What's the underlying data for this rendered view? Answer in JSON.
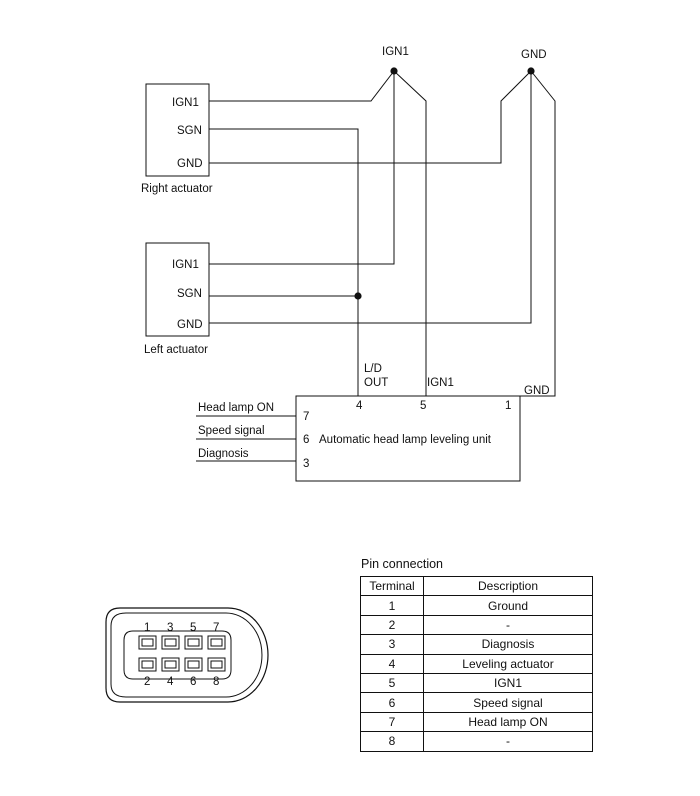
{
  "wiring": {
    "right_actuator": {
      "caption": "Right actuator",
      "pins": [
        "IGN1",
        "SGN",
        "GND"
      ]
    },
    "left_actuator": {
      "caption": "Left actuator",
      "pins": [
        "IGN1",
        "SGN",
        "GND"
      ]
    },
    "junction_ign1": "IGN1",
    "junction_gnd": "GND",
    "unit": {
      "title": "Automatic head lamp leveling unit",
      "top_labels": {
        "ld_line1": "L/D",
        "ld_line2": "OUT",
        "ign1": "IGN1",
        "gnd": "GND"
      },
      "top_pins": [
        "4",
        "5",
        "1"
      ],
      "left_inputs": [
        {
          "label": "Head lamp ON",
          "pin": "7"
        },
        {
          "label": "Speed signal",
          "pin": "6"
        },
        {
          "label": "Diagnosis",
          "pin": "3"
        }
      ]
    }
  },
  "connector": {
    "top_pins": [
      "1",
      "3",
      "5",
      "7"
    ],
    "bottom_pins": [
      "2",
      "4",
      "6",
      "8"
    ]
  },
  "pin_table": {
    "title": "Pin connection",
    "headers": [
      "Terminal",
      "Description"
    ],
    "rows": [
      [
        "1",
        "Ground"
      ],
      [
        "2",
        "-"
      ],
      [
        "3",
        "Diagnosis"
      ],
      [
        "4",
        "Leveling actuator"
      ],
      [
        "5",
        "IGN1"
      ],
      [
        "6",
        "Speed signal"
      ],
      [
        "7",
        "Head lamp ON"
      ],
      [
        "8",
        "-"
      ]
    ]
  }
}
